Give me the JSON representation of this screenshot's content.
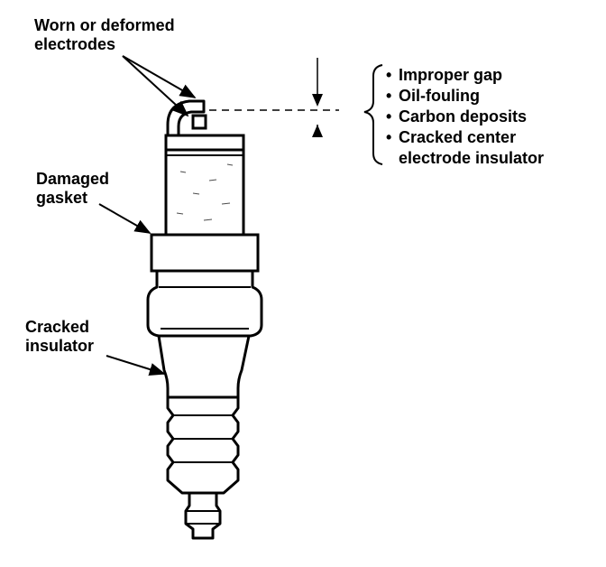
{
  "labels": {
    "worn_line1": "Worn or deformed",
    "worn_line2": "electrodes",
    "gasket_line1": "Damaged",
    "gasket_line2": "gasket",
    "insulator_line1": "Cracked",
    "insulator_line2": "insulator"
  },
  "issues": {
    "bullet": "•",
    "items": [
      "Improper gap",
      "Oil-fouling",
      "Carbon deposits",
      "Cracked center"
    ],
    "continuation": "electrode insulator"
  },
  "colors": {
    "ink": "#000000",
    "paper": "#ffffff"
  }
}
